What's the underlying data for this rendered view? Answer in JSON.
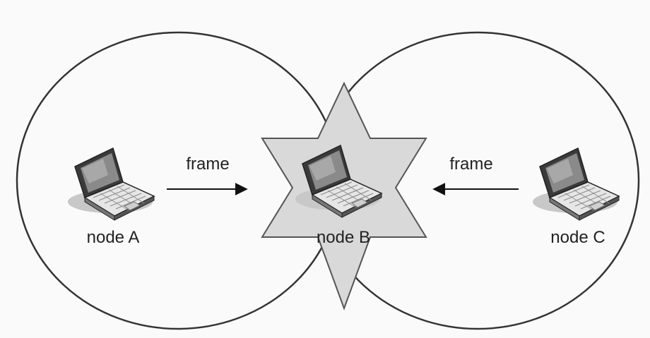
{
  "nodes": {
    "a": {
      "label": "node A",
      "icon": "laptop-icon"
    },
    "b": {
      "label": "node B",
      "icon": "laptop-icon"
    },
    "c": {
      "label": "node C",
      "icon": "laptop-icon"
    }
  },
  "edges": [
    {
      "from": "node A",
      "to": "node B",
      "label": "frame"
    },
    {
      "from": "node C",
      "to": "node B",
      "label": "frame"
    }
  ],
  "colors": {
    "background": "#fafafa",
    "circle_stroke": "#333333",
    "star_fill": "#d9d9d9",
    "star_stroke": "#555555",
    "laptop_body": "#444444",
    "laptop_screen": "#8a8a8a",
    "laptop_shadow": "#c8c8c8",
    "arrow": "#111111"
  }
}
